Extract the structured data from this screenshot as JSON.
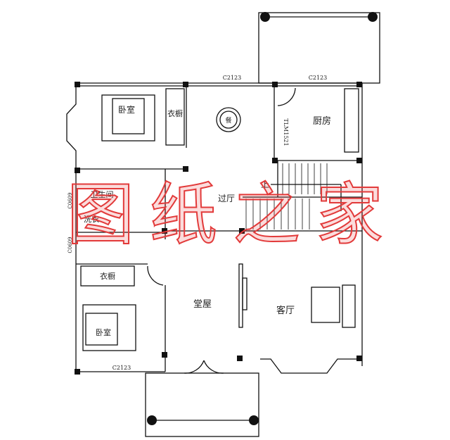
{
  "rooms": {
    "bedroom_top": "卧室",
    "wardrobe_top": "衣橱",
    "dining_table": "餐",
    "kitchen": "厨房",
    "kitchen_door": "TLM1521",
    "stair_up": "上",
    "hall": "过厅",
    "bathroom": "卫生间",
    "laundry": "洗衣",
    "wardrobe_bottom": "衣橱",
    "main_hall": "堂屋",
    "living_room": "客厅",
    "bedroom_bottom": "卧室"
  },
  "windows": {
    "dining": "C2123",
    "kitchen": "C2123",
    "bedroom_bottom": "C2123",
    "bath_upper": "C0609",
    "bath_lower": "C0609"
  },
  "watermark": "图纸之家",
  "colors": {
    "walls": "#111111",
    "watermark": "#e23a3a"
  }
}
